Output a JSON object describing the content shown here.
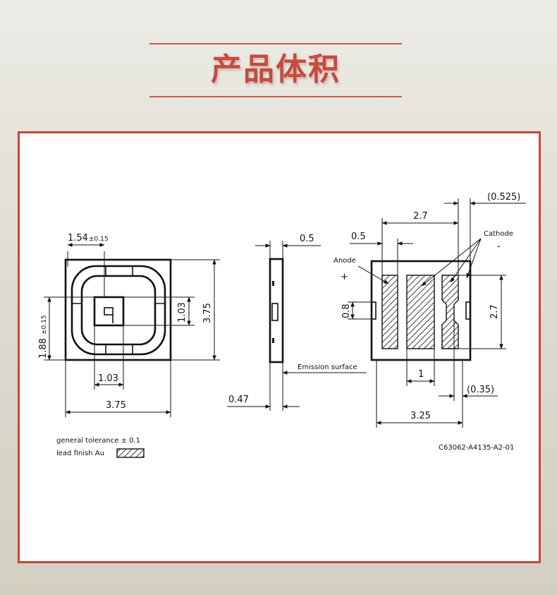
{
  "header": {
    "title": "产品体积"
  },
  "labels": {
    "d_154": "1.54",
    "d_154_tol": "±0.15",
    "d_188": "1.88",
    "d_188_tol": "±0.15",
    "d_103_v": "1.03",
    "d_375_v": "3.75",
    "d_103_h": "1.03",
    "d_375_h": "3.75",
    "d_05_side": "0.5",
    "d_047": "0.47",
    "emission": "Emission surface",
    "d_0525": "(0.525)",
    "d_27_top": "2.7",
    "d_05_pad": "0.5",
    "cathode": "Cathode",
    "cathode_sign": "-",
    "anode": "Anode",
    "anode_sign": "+",
    "d_08": "0.8",
    "d_27_right": "2.7",
    "d_1": "1",
    "d_035": "(0.35)",
    "d_325": "3.25"
  },
  "notes": {
    "tolerance": "general tolerance ± 0.1",
    "lead_finish": "lead finish Au",
    "part_code": "C63062-A4135-A2-01"
  }
}
